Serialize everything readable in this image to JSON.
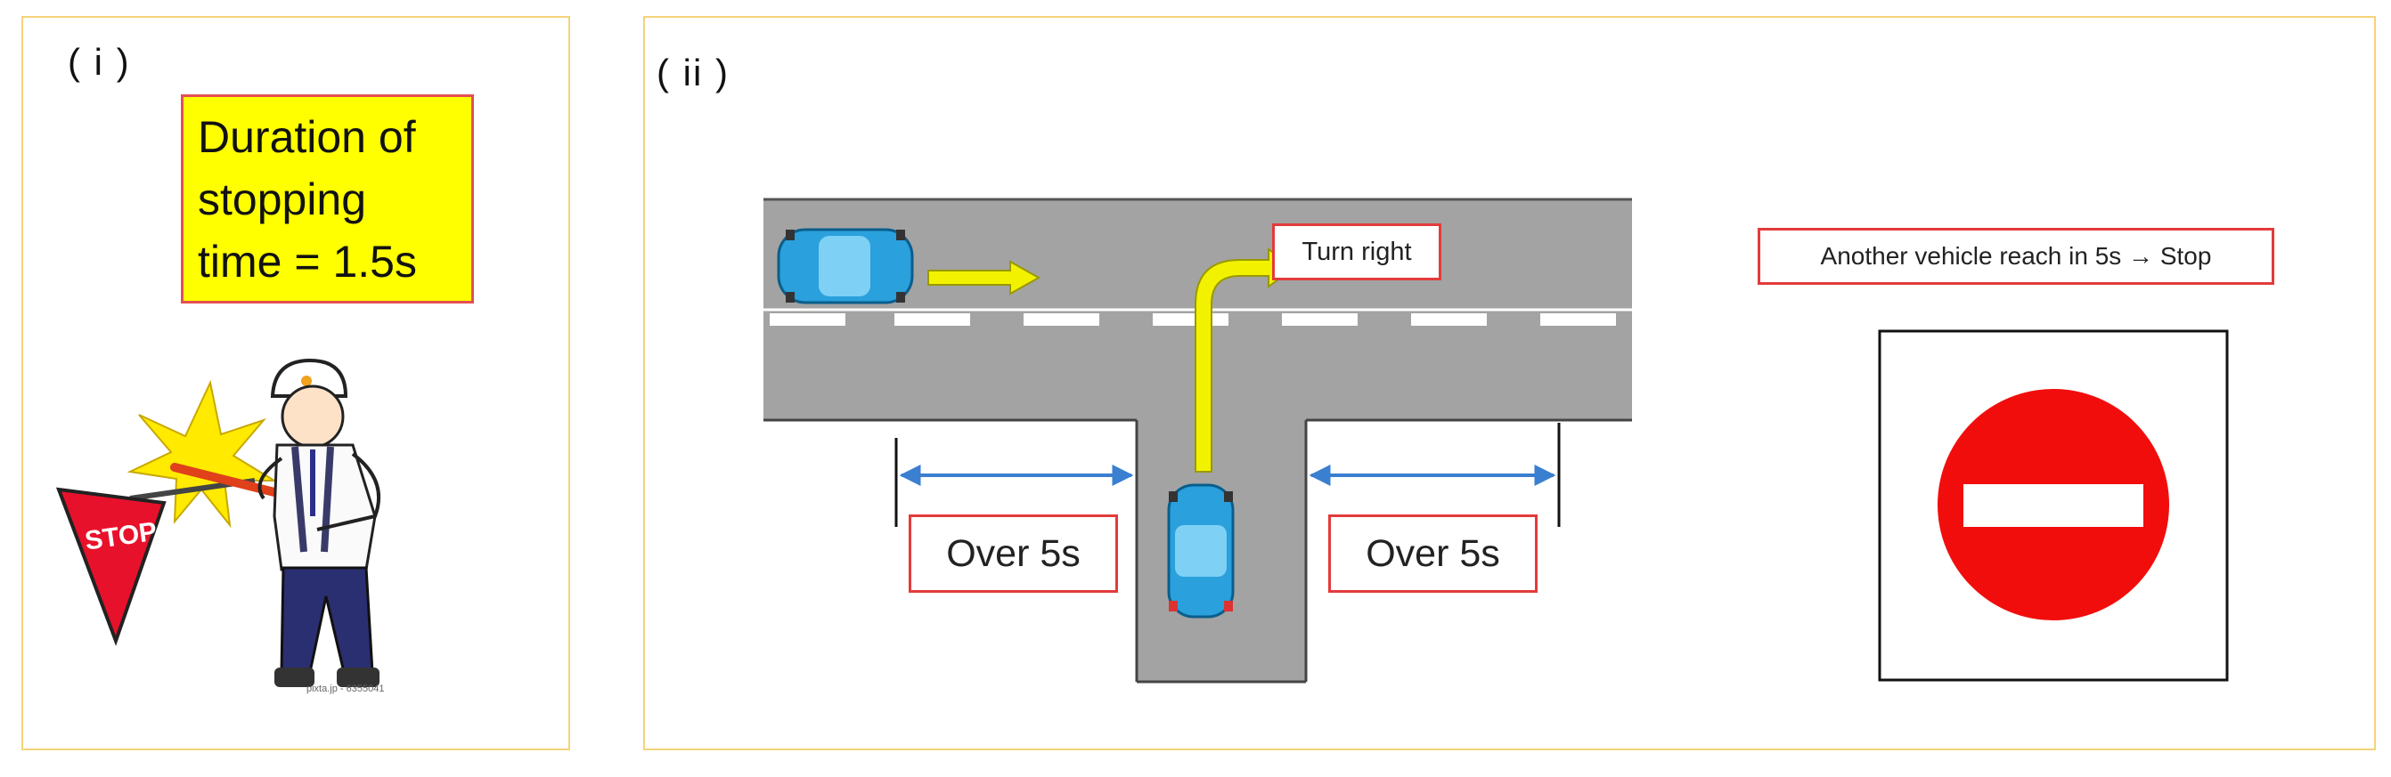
{
  "panel_i": {
    "label": "( i )",
    "info_box": {
      "line1": "Duration of",
      "line2": "stopping",
      "line3": "time = 1.5s"
    },
    "stop_flag_text": "STOP",
    "image_credit": "pixta.jp - 6355041"
  },
  "panel_ii": {
    "label": "( ii )",
    "turn_label": "Turn right",
    "gap_left": "Over 5s",
    "gap_right": "Over 5s",
    "rule_label": "Another vehicle reach in 5s →   Stop"
  },
  "colors": {
    "panel_border": "#f5d37a",
    "label_border": "#e33b3b",
    "road": "#a3a3a3",
    "car": "#2aa0dc",
    "arrow": "#f2f200",
    "measure": "#3a7fd0",
    "no_entry_red": "#f20d0d",
    "info_box_bg": "#ffff00"
  }
}
